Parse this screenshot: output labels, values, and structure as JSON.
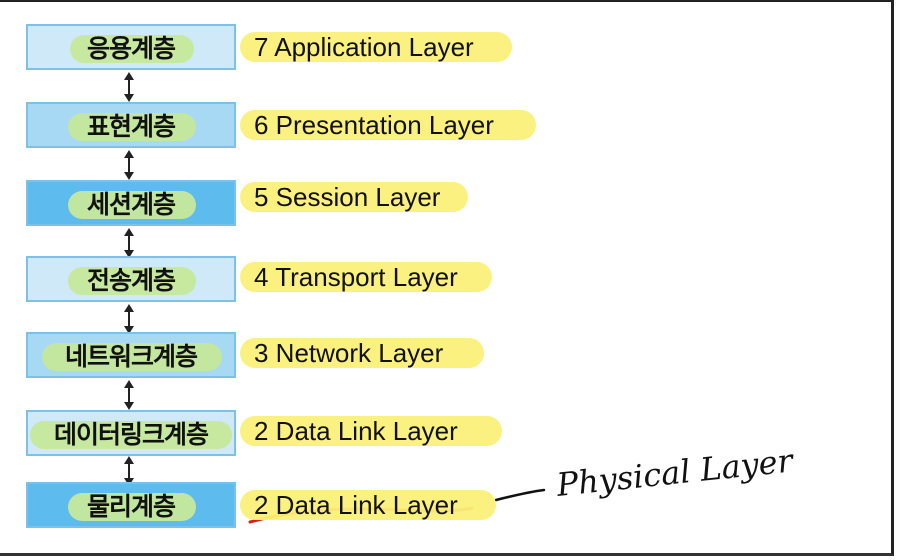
{
  "layers": [
    {
      "korean": "응용계층",
      "english": "7 Application Layer"
    },
    {
      "korean": "표현계층",
      "english": "6 Presentation Layer"
    },
    {
      "korean": "세션계층",
      "english": "5 Session Layer"
    },
    {
      "korean": "전송계층",
      "english": "4 Transport Layer"
    },
    {
      "korean": "네트워크계층",
      "english": "3 Network Layer"
    },
    {
      "korean": "데이터링크계층",
      "english": "2 Data Link Layer"
    },
    {
      "korean": "물리계층",
      "english": "2 Data Link Layer"
    }
  ],
  "handwritten_note": "Physical Layer",
  "colors": {
    "box_border": "#7cc1e8",
    "box_light": "#cfe9f8",
    "box_mid": "#a7d8f4",
    "box_dark": "#5dbbee",
    "korean_highlight": "#c5e89a",
    "english_highlight": "#fbf079",
    "strike_red": "#d8221c",
    "ink": "#111111"
  }
}
